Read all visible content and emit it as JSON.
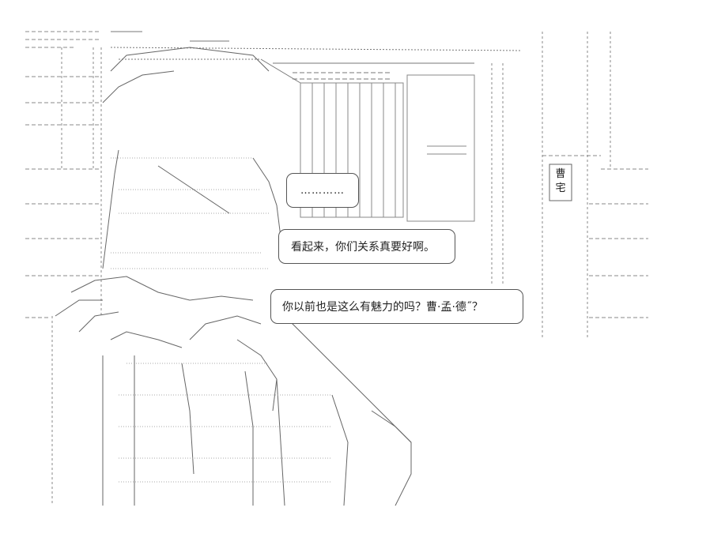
{
  "speech": {
    "ellipsis": "…………",
    "line1": "看起来，你们关系真要好啊。",
    "line2": "你以前也是这么有魅力的吗？曹·孟·德˝？"
  },
  "sign": {
    "char1": "曹",
    "char2": "宅"
  },
  "colors": {
    "ink": "#555555",
    "background": "#ffffff"
  }
}
